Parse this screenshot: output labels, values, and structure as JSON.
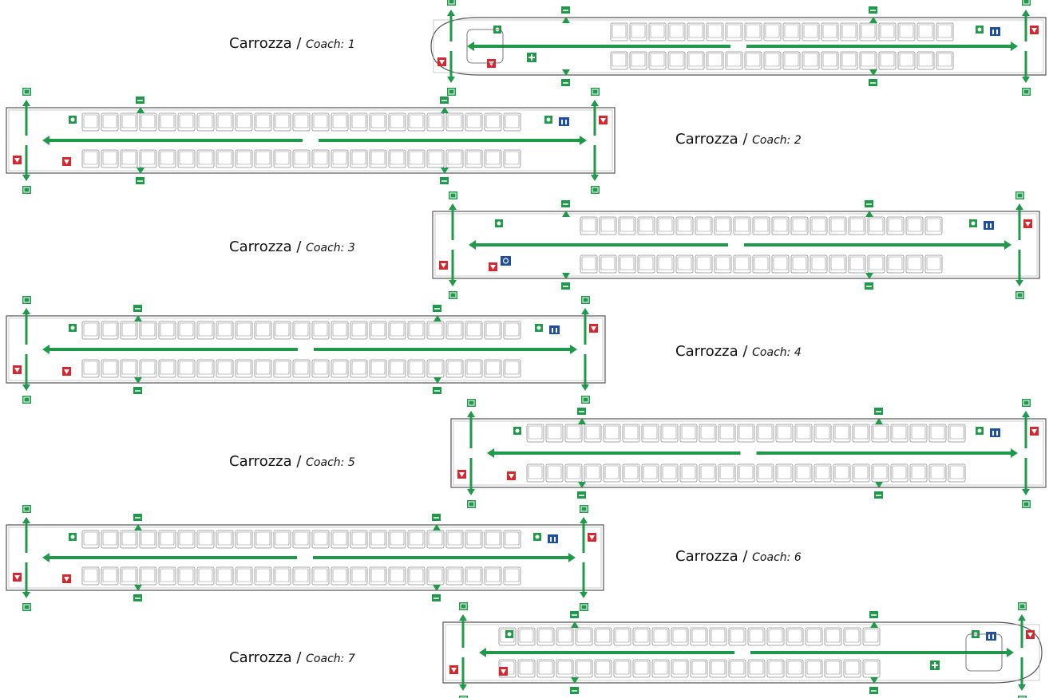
{
  "coaches": [
    {
      "label_it": "Carrozza",
      "sep": " / ",
      "label_en": "Coach: 1",
      "kind": "head-left"
    },
    {
      "label_it": "Carrozza",
      "sep": " / ",
      "label_en": "Coach: 2",
      "kind": "standard"
    },
    {
      "label_it": "Carrozza",
      "sep": " / ",
      "label_en": "Coach: 3",
      "kind": "accessible"
    },
    {
      "label_it": "Carrozza",
      "sep": " / ",
      "label_en": "Coach: 4",
      "kind": "standard"
    },
    {
      "label_it": "Carrozza",
      "sep": " / ",
      "label_en": "Coach: 5",
      "kind": "standard"
    },
    {
      "label_it": "Carrozza",
      "sep": " / ",
      "label_en": "Coach: 6",
      "kind": "standard"
    },
    {
      "label_it": "Carrozza",
      "sep": " / ",
      "label_en": "Coach: 7",
      "kind": "head-right"
    }
  ],
  "colors": {
    "outline": "#555555",
    "seat": "#8a8a8a",
    "escape_arrow": "#1f9a4a",
    "exit_sign": "#1f9a4a",
    "fire_equipment": "#d7262e",
    "toilet_sign": "#1f4fa3"
  },
  "icons": [
    "exit-sign-icon",
    "emergency-exit-arrow-icon",
    "fire-extinguisher-icon",
    "toilet-icon",
    "first-aid-icon",
    "wheelchair-icon",
    "emergency-phone-icon"
  ]
}
